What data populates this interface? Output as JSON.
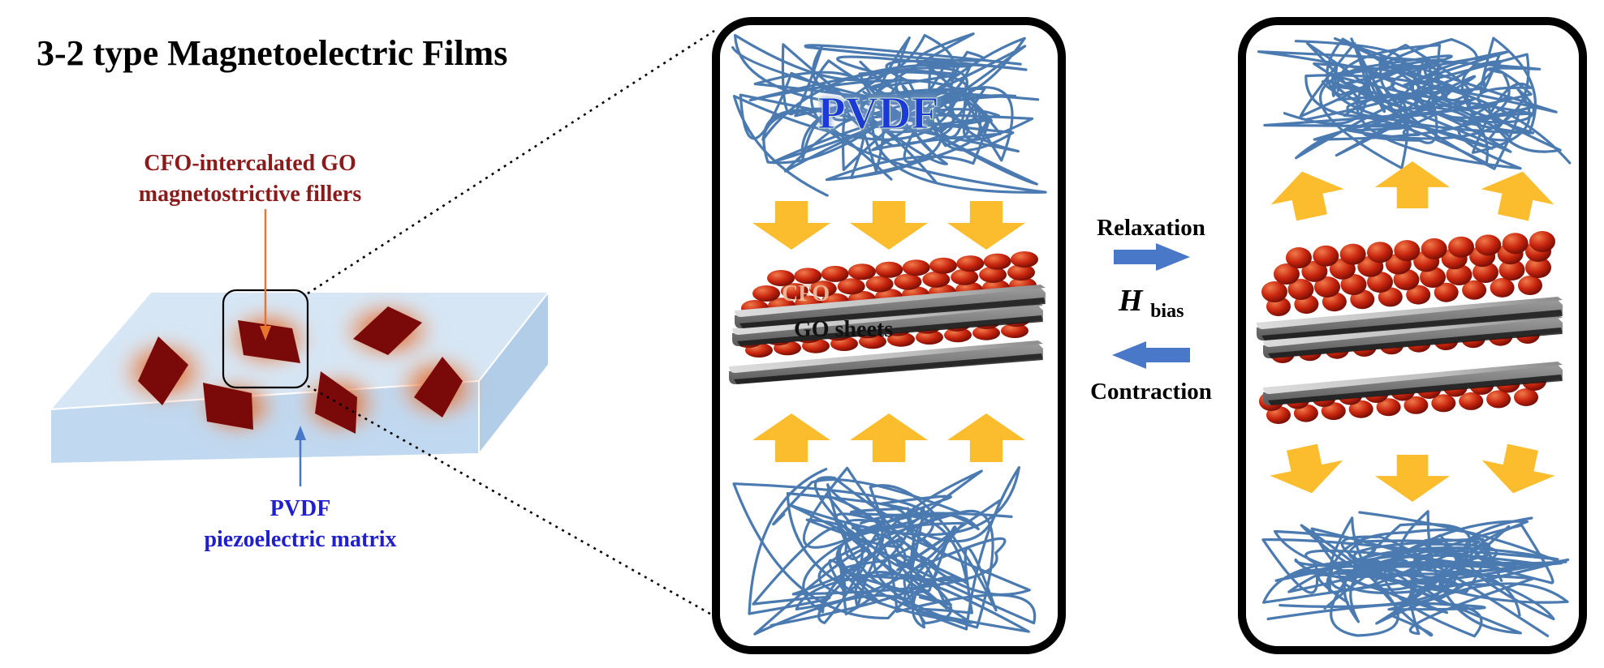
{
  "title": "3-2 type Magnetoelectric Films",
  "filler_label": {
    "line1": "CFO-intercalated GO",
    "line2": "magnetostrictive fillers"
  },
  "matrix_label": {
    "line1": "PVDF",
    "line2": "piezoelectric matrix"
  },
  "panel_left": {
    "polymer": "PVDF",
    "particles": "CFO",
    "sheets": "GO sheets"
  },
  "process": {
    "forward": "Relaxation",
    "field_symbol": "H",
    "field_subscript": "bias",
    "reverse": "Contraction"
  },
  "colors": {
    "filler_text": "#8b1a1a",
    "matrix_text": "#1f1fd0",
    "polymer_chain": "#4a7ab0",
    "force_arrow": "#fbbd2e",
    "process_arrow": "#4a78c8",
    "particle": "#c8250e",
    "sheet": "#a8a8a8",
    "film": "#cfe2f3",
    "pvdf_title": "#1a3bd6"
  },
  "icons": [
    "force-arrow-icon",
    "process-arrow-icon",
    "magnifier-frame-icon"
  ]
}
